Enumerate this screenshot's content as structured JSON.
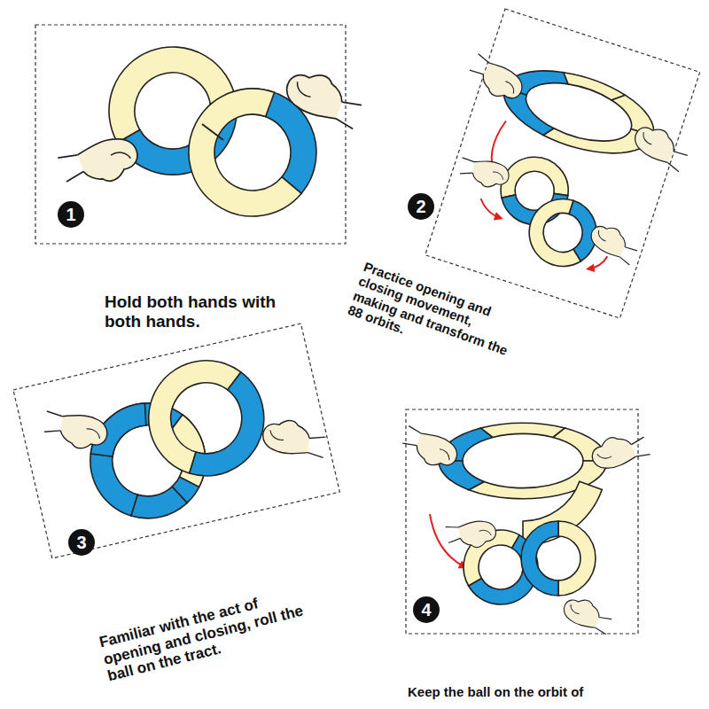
{
  "diagram": {
    "nodes": [
      {
        "text": [
          "1"
        ]
      },
      {
        "text": [
          "2"
        ]
      },
      {
        "text": [
          "3"
        ]
      },
      {
        "text": [
          "4"
        ]
      }
    ],
    "labels": [
      "Hold both hands with both hands.",
      "Practice opening and closing movement, making and transform the 88 orbits.",
      "Familiar with the act of opening and closing, roll the ball on the tract.",
      "Keep the ball on the orbit of"
    ]
  }
}
